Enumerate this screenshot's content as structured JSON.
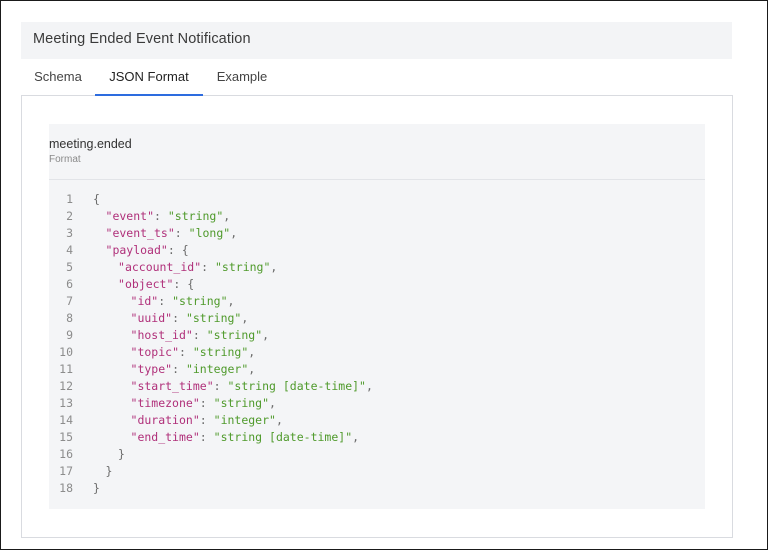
{
  "header": {
    "title": "Meeting Ended Event Notification"
  },
  "tabs": [
    {
      "label": "Schema",
      "active": false
    },
    {
      "label": "JSON Format",
      "active": true
    },
    {
      "label": "Example",
      "active": false
    }
  ],
  "card": {
    "title": "meeting.ended",
    "subtitle": "Format"
  },
  "code_lines": [
    {
      "n": "1",
      "indent": 0,
      "open": "{"
    },
    {
      "n": "2",
      "indent": 1,
      "key": "event",
      "value": "string",
      "comma": true
    },
    {
      "n": "3",
      "indent": 1,
      "key": "event_ts",
      "value": "long",
      "comma": true
    },
    {
      "n": "4",
      "indent": 1,
      "key": "payload",
      "open": "{"
    },
    {
      "n": "5",
      "indent": 2,
      "key": "account_id",
      "value": "string",
      "comma": true
    },
    {
      "n": "6",
      "indent": 2,
      "key": "object",
      "open": "{"
    },
    {
      "n": "7",
      "indent": 3,
      "key": "id",
      "value": "string",
      "comma": true
    },
    {
      "n": "8",
      "indent": 3,
      "key": "uuid",
      "value": "string",
      "comma": true
    },
    {
      "n": "9",
      "indent": 3,
      "key": "host_id",
      "value": "string",
      "comma": true
    },
    {
      "n": "10",
      "indent": 3,
      "key": "topic",
      "value": "string",
      "comma": true
    },
    {
      "n": "11",
      "indent": 3,
      "key": "type",
      "value": "integer",
      "comma": true
    },
    {
      "n": "12",
      "indent": 3,
      "key": "start_time",
      "value": "string [date-time]",
      "comma": true
    },
    {
      "n": "13",
      "indent": 3,
      "key": "timezone",
      "value": "string",
      "comma": true
    },
    {
      "n": "14",
      "indent": 3,
      "key": "duration",
      "value": "integer",
      "comma": true
    },
    {
      "n": "15",
      "indent": 3,
      "key": "end_time",
      "value": "string [date-time]",
      "comma": true
    },
    {
      "n": "16",
      "indent": 2,
      "close": "}"
    },
    {
      "n": "17",
      "indent": 1,
      "close": "}"
    },
    {
      "n": "18",
      "indent": 0,
      "close": "}"
    }
  ],
  "colors": {
    "accent": "#2d6cdf",
    "json_key": "#b0307a",
    "json_string": "#4f9a2b"
  }
}
